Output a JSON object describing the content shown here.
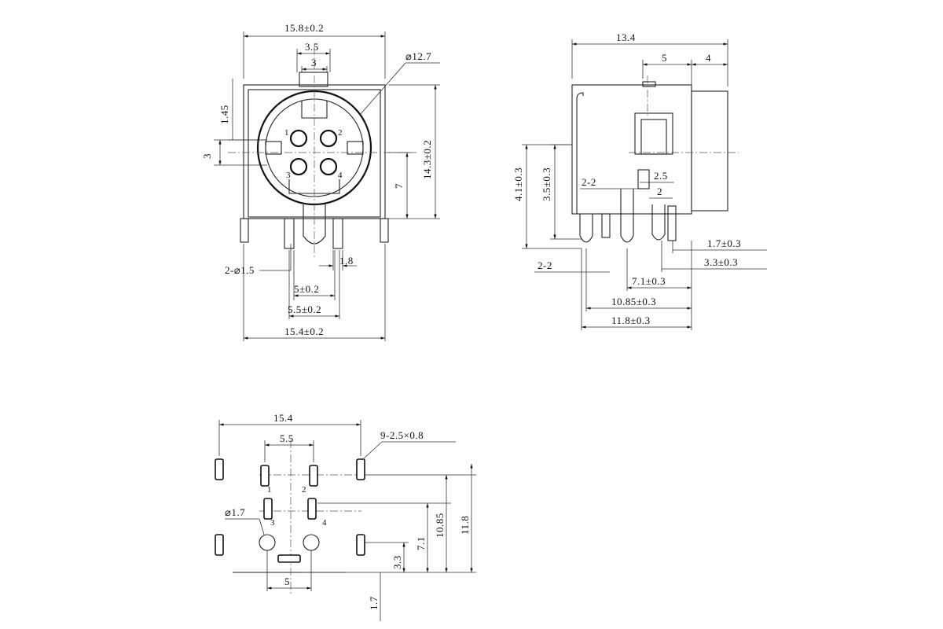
{
  "front_view": {
    "width_top": "15.8±0.2",
    "key_outer": "3.5",
    "key_inner": "3",
    "diameter": "⌀12.7",
    "height_145": "1.45",
    "dim_3": "3",
    "height_total": "14.3±0.2",
    "dim_7": "7",
    "pin_1": "1",
    "pin_2": "2",
    "pin_3": "3",
    "pin_4": "4",
    "lug_hole": "2-⌀1.5",
    "pin_w": "1.8",
    "pitch_5": "5±0.2",
    "pitch_55": "5.5±0.2",
    "width_bottom": "15.4±0.2"
  },
  "side_view": {
    "depth": "13.4",
    "dim_5": "5",
    "dim_4": "4",
    "h41": "4.1±0.3",
    "h35": "3.5±0.3",
    "label_22a": "2-2",
    "dim_25": "2.5",
    "dim_2": "2",
    "label_22b": "2-2",
    "d17": "1.7±0.3",
    "d33": "3.3±0.3",
    "d71": "7.1±0.3",
    "d1085": "10.85±0.3",
    "d118": "11.8±0.3"
  },
  "pcb_view": {
    "width": "15.4",
    "spacing": "5.5",
    "pad_spec": "9-2.5×0.8",
    "pin_1": "1",
    "pin_2": "2",
    "pin_3": "3",
    "pin_4": "4",
    "hole": "⌀1.7",
    "v71": "7.1",
    "v1085": "10.85",
    "v118": "11.8",
    "v33": "3.3",
    "bottom_5": "5",
    "v17": "1.7"
  }
}
